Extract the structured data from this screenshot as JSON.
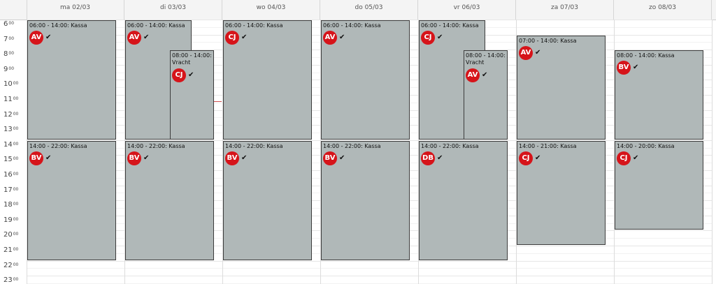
{
  "days": [
    {
      "label": "ma 02/03"
    },
    {
      "label": "di 03/03"
    },
    {
      "label": "wo 04/03"
    },
    {
      "label": "do 05/03"
    },
    {
      "label": "vr 06/03"
    },
    {
      "label": "za 07/03"
    },
    {
      "label": "zo 08/03"
    }
  ],
  "hours": [
    "6",
    "7",
    "8",
    "9",
    "10",
    "11",
    "12",
    "13",
    "14",
    "15",
    "16",
    "17",
    "18",
    "19",
    "20",
    "21",
    "22",
    "23"
  ],
  "hour_suffix": "00",
  "check_glyph": "✔",
  "avatar_color": "#d6141a",
  "shift_color": "#b0b8b8",
  "shifts": [
    {
      "day": 0,
      "start": 6,
      "end": 14,
      "label": "06:00 - 14:00: Kassa",
      "initials": "AV",
      "lane": "full"
    },
    {
      "day": 0,
      "start": 14,
      "end": 22,
      "label": "14:00 - 22:00: Kassa",
      "initials": "BV",
      "lane": "full"
    },
    {
      "day": 1,
      "start": 6,
      "end": 14,
      "label": "06:00 - 14:00: Kassa",
      "initials": "AV",
      "lane": "left"
    },
    {
      "day": 1,
      "start": 8,
      "end": 14,
      "label": "08:00 - 14:00: Vracht",
      "initials": "CJ",
      "lane": "right"
    },
    {
      "day": 1,
      "start": 14,
      "end": 22,
      "label": "14:00 - 22:00: Kassa",
      "initials": "BV",
      "lane": "full"
    },
    {
      "day": 2,
      "start": 6,
      "end": 14,
      "label": "06:00 - 14:00: Kassa",
      "initials": "CJ",
      "lane": "full"
    },
    {
      "day": 2,
      "start": 14,
      "end": 22,
      "label": "14:00 - 22:00: Kassa",
      "initials": "BV",
      "lane": "full"
    },
    {
      "day": 3,
      "start": 6,
      "end": 14,
      "label": "06:00 - 14:00: Kassa",
      "initials": "AV",
      "lane": "full"
    },
    {
      "day": 3,
      "start": 14,
      "end": 22,
      "label": "14:00 - 22:00: Kassa",
      "initials": "BV",
      "lane": "full"
    },
    {
      "day": 4,
      "start": 6,
      "end": 14,
      "label": "06:00 - 14:00: Kassa",
      "initials": "CJ",
      "lane": "left"
    },
    {
      "day": 4,
      "start": 8,
      "end": 14,
      "label": "08:00 - 14:00: Vracht",
      "initials": "AV",
      "lane": "right"
    },
    {
      "day": 4,
      "start": 14,
      "end": 22,
      "label": "14:00 - 22:00: Kassa",
      "initials": "DB",
      "lane": "full"
    },
    {
      "day": 5,
      "start": 7,
      "end": 14,
      "label": "07:00 - 14:00: Kassa",
      "initials": "AV",
      "lane": "full"
    },
    {
      "day": 5,
      "start": 14,
      "end": 21,
      "label": "14:00 - 21:00: Kassa",
      "initials": "CJ",
      "lane": "full"
    },
    {
      "day": 6,
      "start": 8,
      "end": 14,
      "label": "08:00 - 14:00: Kassa",
      "initials": "BV",
      "lane": "full"
    },
    {
      "day": 6,
      "start": 14,
      "end": 20,
      "label": "14:00 - 20:00: Kassa",
      "initials": "CJ",
      "lane": "full"
    }
  ]
}
